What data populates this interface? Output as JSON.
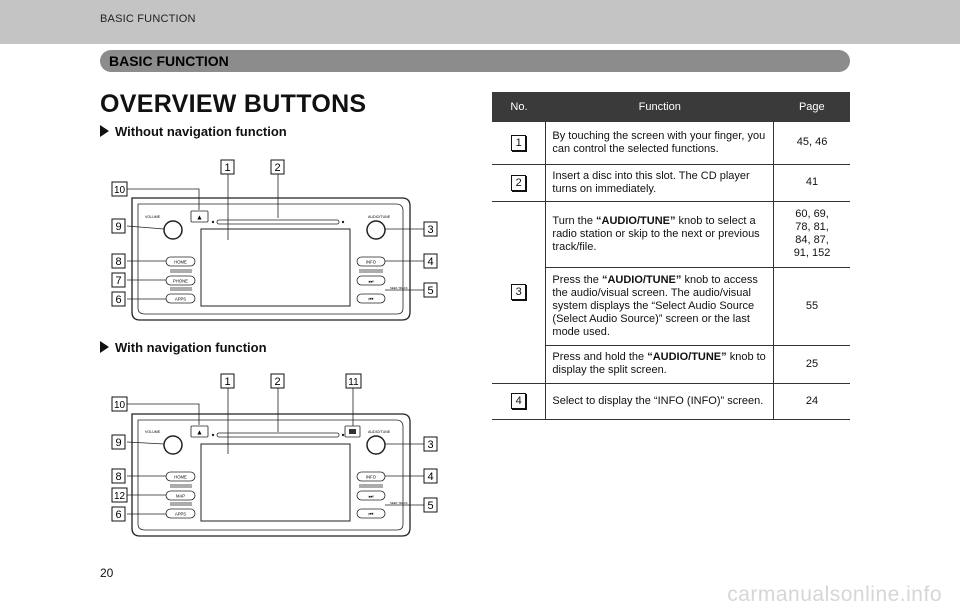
{
  "header": {
    "running_title": "BASIC FUNCTION"
  },
  "section": {
    "label": "BASIC FUNCTION"
  },
  "page": {
    "title": "OVERVIEW BUTTONS",
    "number": "20"
  },
  "diagram_top": {
    "subtitle": "Without navigation function",
    "labels": {
      "volume": "VOLUME",
      "audio_tune": "AUDIO/TUNE",
      "home": "HOME",
      "phone": "PHONE",
      "apps": "APPS",
      "info": "INFO",
      "seek": "SEEK TRACK",
      "eject": "▲",
      "next": "⏭",
      "prev": "⏮"
    },
    "callouts": [
      "1",
      "2",
      "10",
      "9",
      "8",
      "7",
      "6",
      "3",
      "4",
      "5"
    ]
  },
  "diagram_bottom": {
    "subtitle": "With navigation function",
    "labels": {
      "volume": "VOLUME",
      "audio_tune": "AUDIO/TUNE",
      "home": "HOME",
      "map": "MAP",
      "apps": "APPS",
      "info": "INFO",
      "seek": "SEEK TRACK",
      "eject": "▲",
      "next": "⏭",
      "prev": "⏮"
    },
    "callouts": [
      "1",
      "2",
      "11",
      "10",
      "9",
      "8",
      "12",
      "6",
      "3",
      "4",
      "5"
    ]
  },
  "table": {
    "headers": {
      "no": "No.",
      "function": "Function",
      "page": "Page"
    },
    "rows": [
      {
        "no": "1",
        "function": "By touching the screen with your finger, you can control the selected functions.",
        "page": "45, 46"
      },
      {
        "no": "2",
        "function": "Insert a disc into this slot. The CD player turns on immediately.",
        "page": "41"
      },
      {
        "no": "3",
        "sub": [
          {
            "pre": "Turn the ",
            "bold": "“AUDIO/TUNE”",
            "post": " knob to select a radio station or skip to the next or previous track/file.",
            "page": "60, 69,\n78, 81,\n84, 87,\n91, 152"
          },
          {
            "pre": "Press the ",
            "bold": "“AUDIO/TUNE”",
            "post": " knob to access the audio/visual screen. The audio/visual system displays the “Select Audio Source (Select Audio Source)” screen or the last mode used.",
            "page": "55"
          },
          {
            "pre": "Press and hold the ",
            "bold": "“AUDIO/TUNE”",
            "post": " knob to display the split screen.",
            "page": "25"
          }
        ]
      },
      {
        "no": "4",
        "function": "Select to display the “INFO (INFO)” screen.",
        "page": "24"
      }
    ]
  },
  "watermark": "carmanualsonline.info"
}
